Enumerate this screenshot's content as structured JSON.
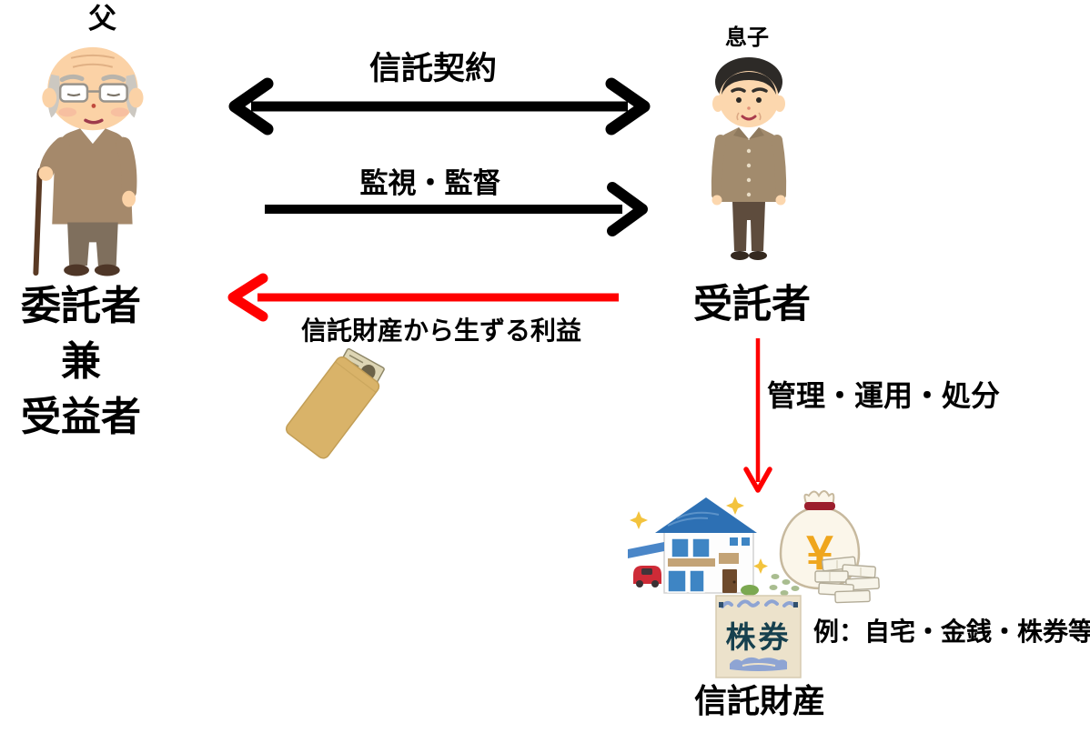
{
  "page": {
    "background": "#ffffff",
    "text_color": "#000000"
  },
  "actors": {
    "father": {
      "name_label": "父",
      "role_lines": [
        "委託者",
        "兼",
        "受益者"
      ],
      "figure_icon": "elderly-man-with-cane-icon"
    },
    "son": {
      "name_label": "息子",
      "role_label": "受託者",
      "figure_icon": "middle-aged-man-icon"
    }
  },
  "arrows": {
    "trust_contract": {
      "label": "信託契約",
      "direction": "bidirectional",
      "color": "#000000"
    },
    "supervision": {
      "label": "監視・監督",
      "direction": "left-to-right",
      "color": "#000000"
    },
    "profit": {
      "label": "信託財産から生ずる利益",
      "direction": "right-to-left",
      "color": "#ff0000",
      "item_icon": "pay-envelope-icon"
    },
    "management": {
      "label": "管理・運用・処分",
      "direction": "downward",
      "color": "#ff0000"
    }
  },
  "trust_property": {
    "caption": "信託財産",
    "examples": "例：自宅・金銭・株券等",
    "items": [
      {
        "icon": "house-icon"
      },
      {
        "icon": "money-bag-icon",
        "currency_symbol": "¥"
      },
      {
        "icon": "banknote-stacks-icon"
      },
      {
        "icon": "stock-certificate-icon",
        "text": "株券"
      }
    ]
  }
}
